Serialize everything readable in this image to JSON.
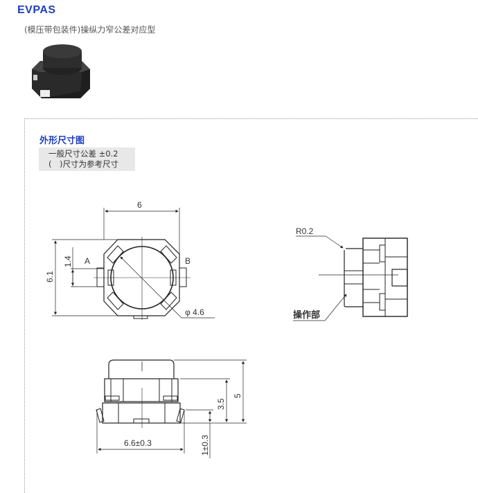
{
  "product": {
    "title": "EVPAS",
    "subtitle": "(模压带包装件)操纵力窄公差对应型"
  },
  "section": {
    "heading": "外形尺寸图",
    "notes": [
      "一般尺寸公差 ±0.2",
      "(　)尺寸为参考尺寸"
    ]
  },
  "top_view": {
    "width_dim": "6",
    "height_dim": "6.1",
    "terminal_pitch_dim": "1.4",
    "label_a": "A",
    "label_b": "B",
    "diameter_dim": "φ 4.6"
  },
  "side_view": {
    "radius_label": "R0.2",
    "actuator_label": "操作部"
  },
  "front_view": {
    "total_height_dim": "5",
    "body_height_dim": "3.5",
    "lead_height_dim": "1±0.3",
    "lead_span_dim": "6.6±0.3"
  }
}
